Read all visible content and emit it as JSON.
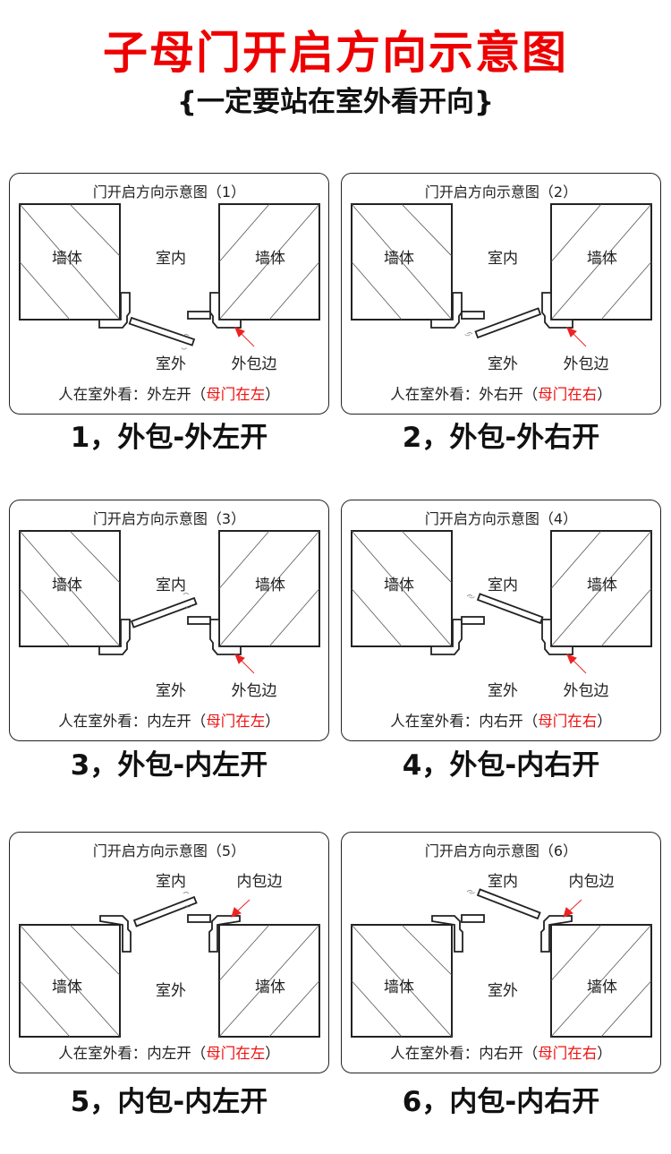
{
  "header": {
    "title": "子母门开启方向示意图",
    "subtitle": "{一定要站在室外看开向}"
  },
  "colors": {
    "title": "#ee0000",
    "accent_text": "#ee1111",
    "arrow": "#ee2222",
    "line": "#222222"
  },
  "labels": {
    "wall": "墙体",
    "indoor": "室内",
    "outdoor": "室外",
    "outer_trim": "外包边",
    "inner_trim": "内包边"
  },
  "panels": [
    {
      "id": 1,
      "title": "门开启方向示意图（1）",
      "caption_prefix": "人在室外看：外左开（",
      "caption_highlight": "母门在左",
      "caption_suffix": "）",
      "heading": "1，外包-外左开",
      "trim_type": "outer",
      "opening": "outward",
      "hinge_side": "left",
      "trim_label": "外包边"
    },
    {
      "id": 2,
      "title": "门开启方向示意图（2）",
      "caption_prefix": "人在室外看：外右开（",
      "caption_highlight": "母门在右",
      "caption_suffix": "）",
      "heading": "2，外包-外右开",
      "trim_type": "outer",
      "opening": "outward",
      "hinge_side": "right",
      "trim_label": "外包边"
    },
    {
      "id": 3,
      "title": "门开启方向示意图（3）",
      "caption_prefix": "人在室外看：内左开（",
      "caption_highlight": "母门在左",
      "caption_suffix": "）",
      "heading": "3，外包-内左开",
      "trim_type": "outer",
      "opening": "inward",
      "hinge_side": "left",
      "trim_label": "外包边"
    },
    {
      "id": 4,
      "title": "门开启方向示意图（4）",
      "caption_prefix": "人在室外看：内右开（",
      "caption_highlight": "母门在右",
      "caption_suffix": "）",
      "heading": "4，外包-内右开",
      "trim_type": "outer",
      "opening": "inward",
      "hinge_side": "right",
      "trim_label": "外包边"
    },
    {
      "id": 5,
      "title": "门开启方向示意图（5）",
      "caption_prefix": "人在室外看：内左开（",
      "caption_highlight": "母门在左",
      "caption_suffix": "）",
      "heading": "5，内包-内左开",
      "trim_type": "inner",
      "opening": "inward",
      "hinge_side": "left",
      "trim_label": "内包边"
    },
    {
      "id": 6,
      "title": "门开启方向示意图（6）",
      "caption_prefix": "人在室外看：内右开（",
      "caption_highlight": "母门在右",
      "caption_suffix": "）",
      "heading": "6，内包-内右开",
      "trim_type": "inner",
      "opening": "inward",
      "hinge_side": "right",
      "trim_label": "内包边"
    }
  ]
}
